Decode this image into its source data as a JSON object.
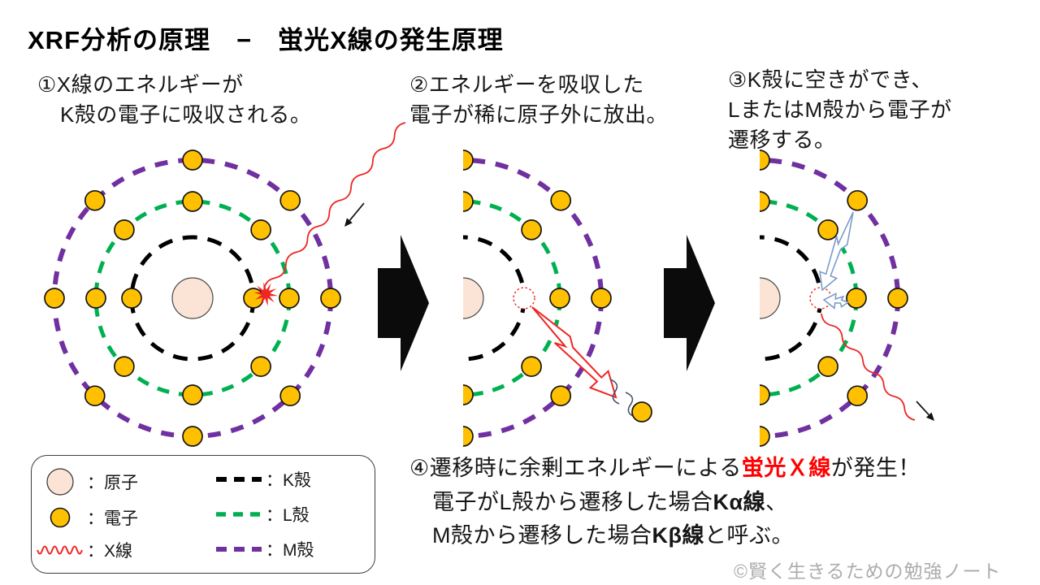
{
  "title": "XRF分析の原理　−　蛍光X線の発生原理",
  "captions": {
    "step1": [
      "①X線のエネルギーが",
      "K殻の電子に吸収される。"
    ],
    "step2": [
      "②エネルギーを吸収した",
      "電子が稀に原子外に放出。"
    ],
    "step3": [
      "③K殻に空きができ、",
      "LまたはM殻から電子が",
      "遷移する。"
    ]
  },
  "step4": {
    "line1": {
      "pre": "④遷移時に余剰エネルギーによる",
      "highlight": "蛍光Ｘ線",
      "post": "が発生！"
    },
    "line2": {
      "pre": "電子がL殻から遷移した場合",
      "bold": "Kα線",
      "post": "、"
    },
    "line3": {
      "pre": "M殻から遷移した場合",
      "bold": "Kβ線",
      "post": "と呼ぶ。"
    }
  },
  "legend": {
    "col1": [
      {
        "icon": "atom-icon",
        "label": "：原子"
      },
      {
        "icon": "electron-icon",
        "label": "：電子"
      },
      {
        "icon": "xray-icon",
        "label": "：X線"
      }
    ],
    "col2": [
      {
        "icon": "k-shell-icon",
        "label": "：K殻"
      },
      {
        "icon": "l-shell-icon",
        "label": "：L殻"
      },
      {
        "icon": "m-shell-icon",
        "label": "：M殻"
      }
    ]
  },
  "copyright": "©賢く生きるための勉強ノート",
  "colors": {
    "electron": "#FFC000",
    "nucleus": "#FBE3D6",
    "k_shell": "#000000",
    "l_shell": "#00B050",
    "m_shell": "#7030A0",
    "red": "#EE2724",
    "highlight": "#FF0000",
    "blue": "#7B9CC9",
    "squiggle": "#44546A",
    "big_arrow": "#0B0B0B",
    "copyright": "#ADADAD"
  }
}
